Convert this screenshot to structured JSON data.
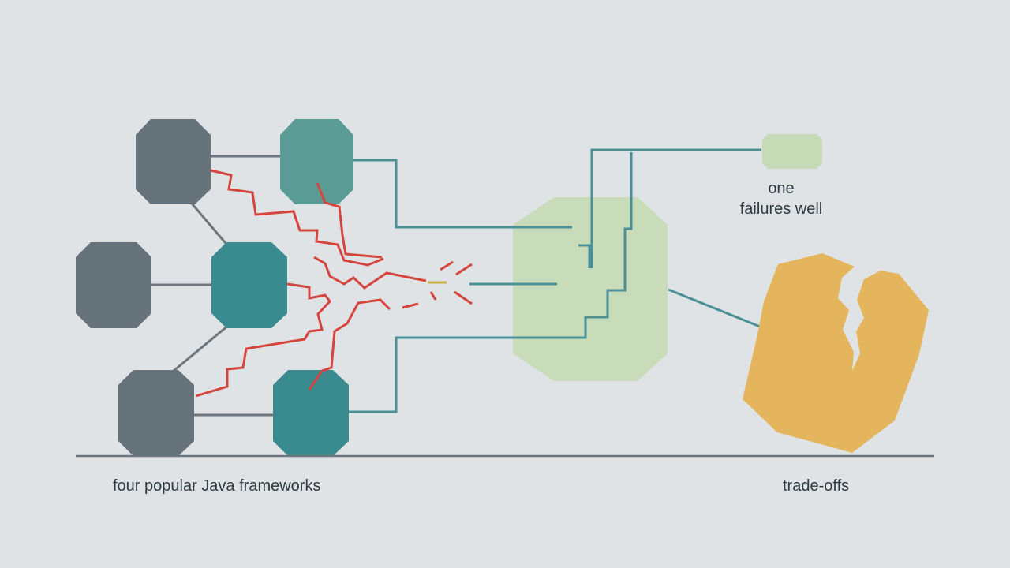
{
  "labels": {
    "frameworks": "four popular Java frameworks",
    "tradeoffs": "trade-offs",
    "one": "one",
    "failures_well": "failures well"
  },
  "colors": {
    "background": "#dfe3e6",
    "slate_node": "#67737b",
    "teal_node": "#3a8b8f",
    "teal_light_node": "#5a9b96",
    "green_block": "#c6dbb5",
    "orange_block": "#e4b55c",
    "crack_red": "#d6453d",
    "connector_teal": "#4b9096",
    "connector_gray": "#6d767c",
    "baseline": "#6d767c",
    "spark_yellow": "#c5b23c"
  },
  "icons": {
    "crack": "broken-shape-icon",
    "connection": "network-node-icon"
  }
}
